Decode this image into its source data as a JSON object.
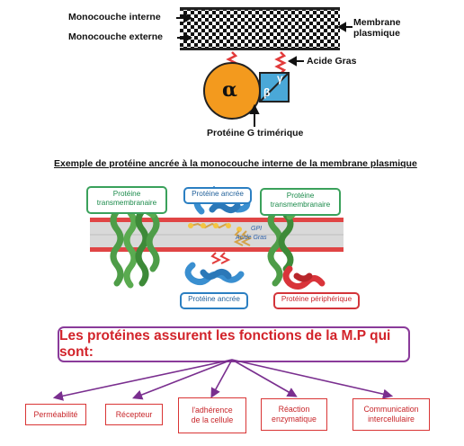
{
  "top_diagram": {
    "monocouche_interne": "Monocouche interne",
    "monocouche_externe": "Monocouche externe",
    "membrane_plasmique": "Membrane\nplasmique",
    "acide_gras": "Acide Gras",
    "alpha": "α",
    "beta": "β",
    "gamma": "γ",
    "proteine_g": "Protéine G trimérique"
  },
  "caption": "Exemple de protéine ancrée à la monocouche interne de la membrane plasmique",
  "middle_diagram": {
    "transmembranaire_left": "Protéine\ntransmembranaire",
    "ancree_top": "Protéine ancrée",
    "transmembranaire_right": "Protéine\ntransmembranaire",
    "gpi": "GPI",
    "acide_gras": "Acide Gras",
    "ancree_bottom": "Protéine ancrée",
    "peripherique": "Protéine périphérique"
  },
  "functions": {
    "title": "Les protéines assurent les fonctions de la M.P qui sont:",
    "items": [
      "Perméabilité",
      "Récepteur",
      "l'adhérence\nde la cellule",
      "Réaction\nenzymatique",
      "Communication\nintercellulaire"
    ]
  },
  "colors": {
    "alpha_fill": "#f39a1e",
    "beta_gamma_fill": "#4aa8d8",
    "red_connector": "#e23b3b",
    "title_red": "#d2232a",
    "arrow_purple": "#7a2f8f"
  }
}
